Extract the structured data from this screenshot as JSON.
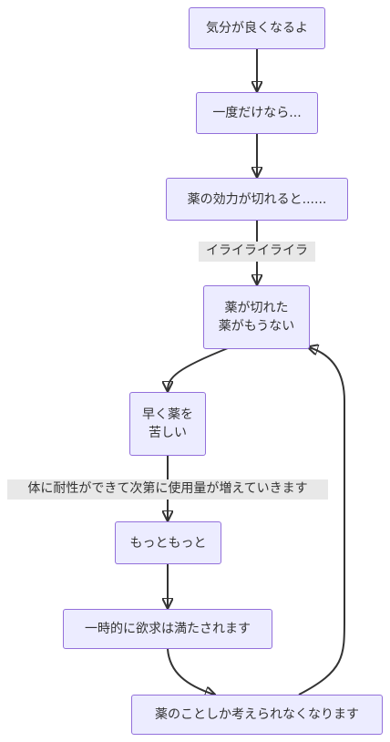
{
  "nodes": {
    "n1": "気分が良くなるよ",
    "n2": "一度だけなら...",
    "n3": "薬の効力が切れると......",
    "n4": "薬が切れた\n薬がもうない",
    "n5": "早く薬を\n苦しい",
    "n6": "もっともっと",
    "n7": "一時的に欲求は満たされます",
    "n8": "薬のことしか考えられなくなります"
  },
  "edge_labels": {
    "e3": "イライライライラ",
    "e5": "体に耐性ができて次第に使用量が増えていきます"
  },
  "colors": {
    "node_fill": "#ececff",
    "node_border": "#9370db",
    "edge": "#333333",
    "label_bg": "#e8e8e8"
  }
}
